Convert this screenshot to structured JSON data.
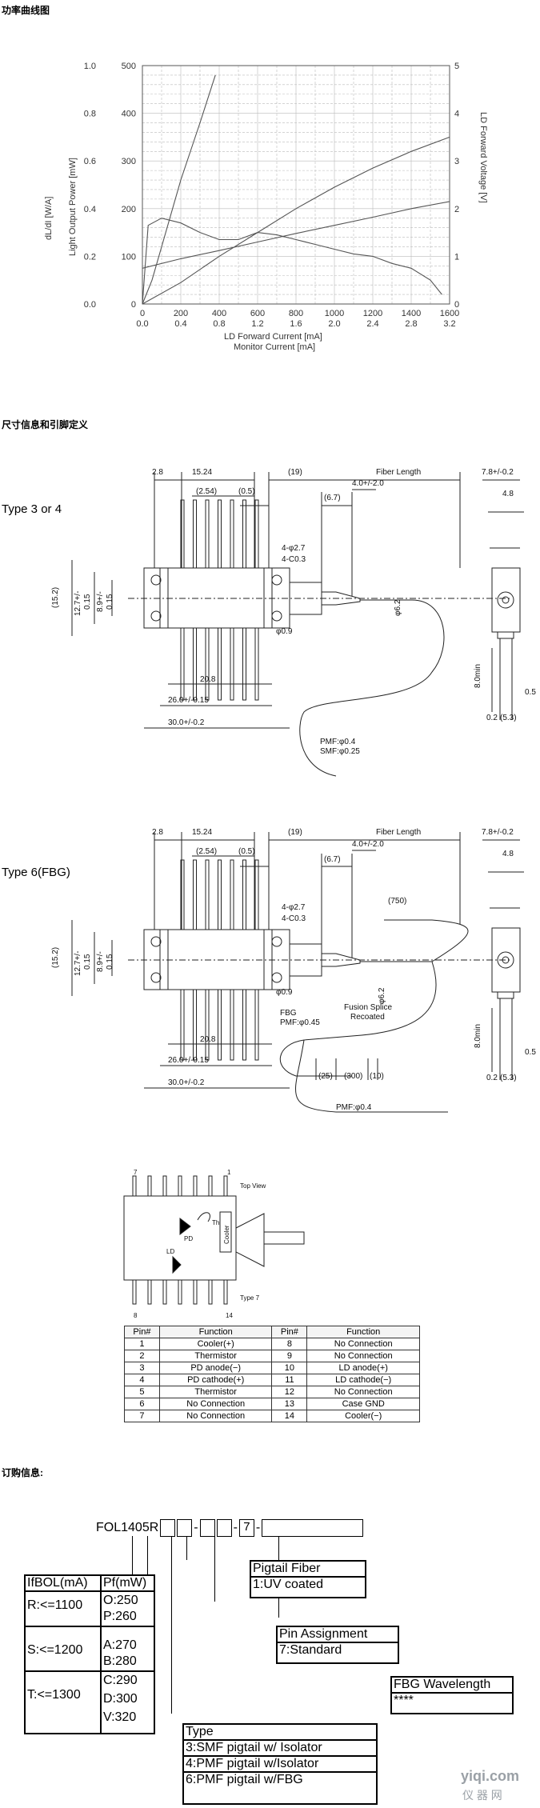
{
  "sections": {
    "power_curve": "功率曲线图",
    "dimensions": "尺寸信息和引脚定义",
    "ordering": "订购信息:"
  },
  "chart": {
    "left_axis_outer": {
      "label": "dL/dI [W/A]",
      "ticks": [
        "1.0",
        "0.8",
        "0.6",
        "0.4",
        "0.2",
        "0.0"
      ]
    },
    "left_axis_inner": {
      "label": "Light Output Power [mW]",
      "ticks": [
        "500",
        "400",
        "300",
        "200",
        "100",
        "0"
      ]
    },
    "right_axis": {
      "label": "LD Forward Voltage [V]",
      "ticks": [
        "5",
        "4",
        "3",
        "2",
        "1",
        "0"
      ]
    },
    "x_axis_top": {
      "label": "LD Forward Current [mA]",
      "ticks": [
        "0",
        "200",
        "400",
        "600",
        "800",
        "1000",
        "1200",
        "1400",
        "1600"
      ]
    },
    "x_axis_bottom": {
      "label": "Monitor Current [mA]",
      "ticks": [
        "0.0",
        "0.4",
        "0.8",
        "1.2",
        "1.6",
        "2.0",
        "2.4",
        "2.8",
        "3.2"
      ]
    }
  },
  "chart_data": {
    "type": "line",
    "xlabel": "LD Forward Current [mA]",
    "x2label": "Monitor Current [mA]",
    "ylabel": "Light Output Power [mW]",
    "y2label": "dL/dI [W/A]",
    "y3label": "LD Forward Voltage [V]",
    "xlim": [
      0,
      1600
    ],
    "ylim": [
      0,
      500
    ],
    "y2lim": [
      0,
      1.0
    ],
    "y3lim": [
      0,
      5
    ],
    "grid": true,
    "series": [
      {
        "axis": "power",
        "x": [
          0,
          50,
          100,
          200,
          300,
          380
        ],
        "values": [
          0,
          50,
          120,
          260,
          380,
          480
        ]
      },
      {
        "axis": "power",
        "x": [
          0,
          200,
          400,
          600,
          800,
          1000,
          1200,
          1400,
          1600
        ],
        "values": [
          0,
          45,
          100,
          150,
          200,
          245,
          285,
          320,
          350
        ]
      },
      {
        "axis": "voltage",
        "x": [
          0,
          200,
          400,
          600,
          800,
          1000,
          1200,
          1400,
          1600
        ],
        "values": [
          0.75,
          0.95,
          1.12,
          1.3,
          1.48,
          1.65,
          1.82,
          2.0,
          2.15
        ]
      },
      {
        "axis": "dLdI",
        "x": [
          0,
          30,
          100,
          200,
          300,
          400,
          500,
          600,
          700,
          800,
          900,
          1000,
          1100,
          1200,
          1300,
          1400,
          1500,
          1560
        ],
        "values": [
          0.0,
          0.33,
          0.36,
          0.34,
          0.3,
          0.27,
          0.27,
          0.3,
          0.29,
          0.27,
          0.25,
          0.23,
          0.21,
          0.2,
          0.17,
          0.15,
          0.1,
          0.04
        ]
      }
    ]
  },
  "dims": {
    "type_a": "Type 3 or 4",
    "type_b": "Type 6(FBG)",
    "fiber_length": "Fiber Length",
    "d28": "2.8",
    "d1524": "15.24",
    "d254": "(2.54)",
    "d05": "(0.5)",
    "d19": "(19)",
    "d67": "(6.7)",
    "d40": "4.0+/-2.0",
    "d78": "7.8+/-0.2",
    "d48": "4.8",
    "d27": "4-φ2.7",
    "dc03": "4-C0.3",
    "d152": "(15.2)",
    "d127": "12.7+/-",
    "d015": "0.15",
    "d89": "8.9+/-",
    "d09": "φ0.9",
    "d62": "φ6.2",
    "d208": "20.8",
    "d260": "26.0+/-0.15",
    "d300": "30.0+/-0.2",
    "d80min": "8.0min",
    "d05r": "0.5",
    "d02": "0.2",
    "d53": "(5.3)",
    "pmf04": "PMF:φ0.4",
    "smf025": "SMF:φ0.25",
    "d750": "(750)",
    "fbg": "FBG",
    "pmf045": "PMF:φ0.45",
    "fusion": "Fusion Splice",
    "recoated": "Recoated",
    "d25": "(25)",
    "d300p": "(300)",
    "d10": "(10)"
  },
  "pinout": {
    "top_view": "Top View",
    "type7": "Type 7",
    "pd": "PD",
    "ld": "LD",
    "th": "Th",
    "cooler": "Cooler",
    "pin7": "7",
    "pin1": "1",
    "pin8": "8",
    "pin14": "14",
    "headers": [
      "Pin#",
      "Function",
      "Pin#",
      "Function"
    ],
    "rows": [
      [
        "1",
        "Cooler(+)",
        "8",
        "No Connection"
      ],
      [
        "2",
        "Thermistor",
        "9",
        "No Connection"
      ],
      [
        "3",
        "PD anode(−)",
        "10",
        "LD anode(+)"
      ],
      [
        "4",
        "PD cathode(+)",
        "11",
        "LD cathode(−)"
      ],
      [
        "5",
        "Thermistor",
        "12",
        "No Connection"
      ],
      [
        "6",
        "No Connection",
        "13",
        "Case GND"
      ],
      [
        "7",
        "No Connection",
        "14",
        "Cooler(−)"
      ]
    ]
  },
  "ordering": {
    "model_prefix": "FOL1405R",
    "seven": "7",
    "ifbol": {
      "title": "IfBOL(mA)",
      "items": [
        "R:<=1100",
        "S:<=1200",
        "T:<=1300"
      ]
    },
    "pf": {
      "title": "Pf(mW)",
      "items": [
        "O:250",
        "P:260",
        "A:270",
        "B:280",
        "C:290",
        "D:300",
        "V:320"
      ]
    },
    "pigtail": {
      "title": "Pigtail Fiber",
      "items": [
        "1:UV coated"
      ]
    },
    "pinassign": {
      "title": "Pin Assignment",
      "items": [
        "7:Standard"
      ]
    },
    "fbgwl": {
      "title": "FBG Wavelength",
      "items": [
        "****"
      ]
    },
    "type": {
      "title": "Type",
      "items": [
        "3:SMF pigtail w/ Isolator",
        "4:PMF pigtail w/Isolator",
        "6:PMF pigtail w/FBG"
      ]
    }
  },
  "watermark": {
    "line1": "yiqi.com",
    "line2": "仪 器 网"
  }
}
